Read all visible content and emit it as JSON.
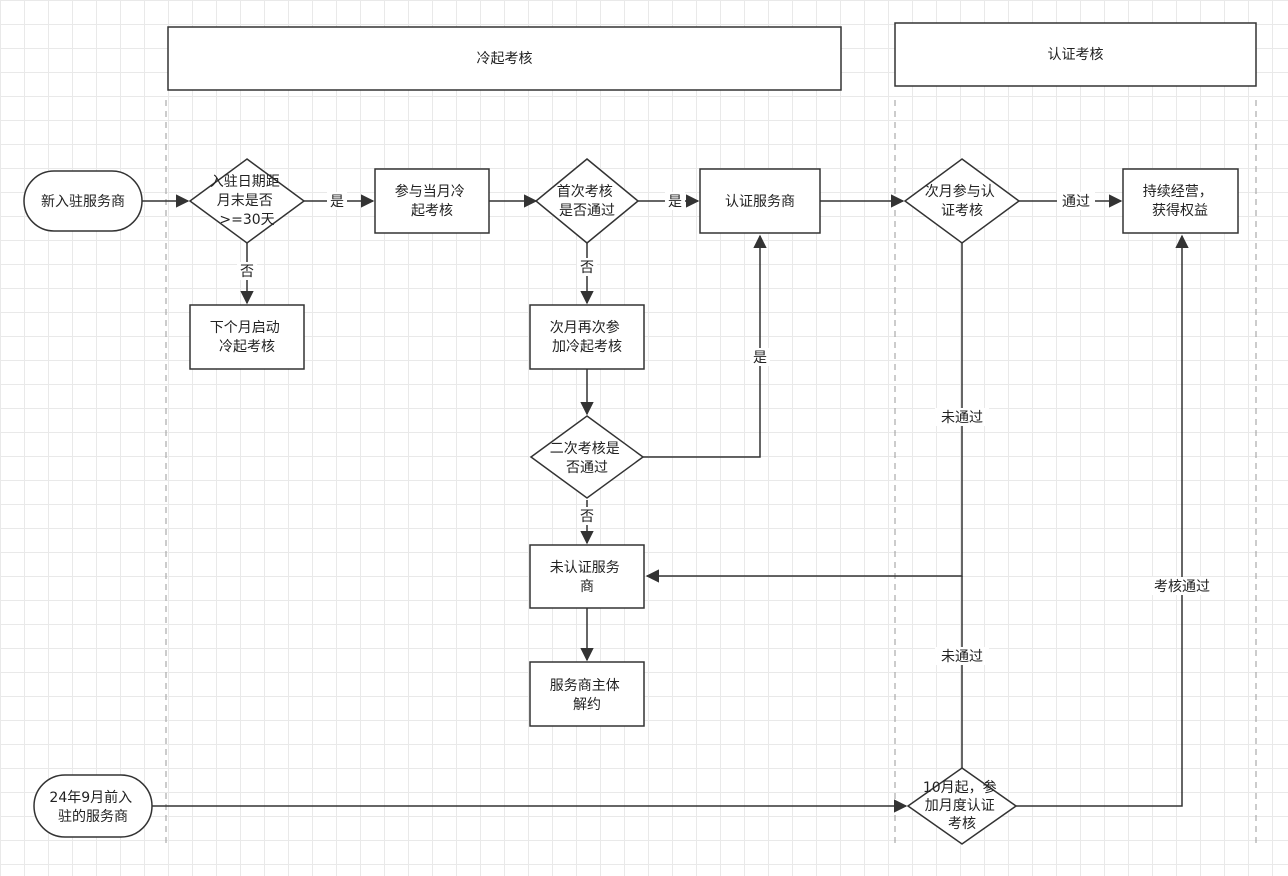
{
  "swimlanes": {
    "cold_start": "冷起考核",
    "certification": "认证考核"
  },
  "nodes": {
    "new_provider": [
      "新入驻服务商"
    ],
    "entry_check": [
      "入驻日期距",
      "月末是否",
      ">=30天"
    ],
    "next_month_start": [
      "下个月启动",
      "冷起考核"
    ],
    "join_cold_start": [
      "参与当月冷",
      "起考核"
    ],
    "first_check": [
      "首次考核",
      "是否通过"
    ],
    "next_month_retry": [
      "次月再次参",
      "加冷起考核"
    ],
    "second_check": [
      "二次考核是",
      "否通过"
    ],
    "certified_provider": [
      "认证服务商"
    ],
    "uncertified_provider": [
      "未认证服务",
      "商"
    ],
    "terminate": [
      "服务商主体",
      "解约"
    ],
    "monthly_cert_check": [
      "次月参与认",
      "证考核"
    ],
    "keep_operating": [
      "持续经营，",
      "获得权益"
    ],
    "legacy_provider": [
      "24年9月前入",
      "驻的服务商"
    ],
    "oct_monthly_cert": [
      "10月起，参",
      "加月度认证",
      "考核"
    ]
  },
  "edge_labels": {
    "yes_entry": "是",
    "no_entry": "否",
    "yes_first": "是",
    "no_first": "否",
    "yes_second": "是",
    "no_second": "否",
    "pass_cert": "通过",
    "fail_cert_upper": "未通过",
    "fail_cert_lower": "未通过",
    "pass_oct": "考核通过"
  },
  "colors": {
    "stroke": "#333333",
    "fill": "#ffffff",
    "grid": "#e9e9e9",
    "text": "#222222"
  }
}
